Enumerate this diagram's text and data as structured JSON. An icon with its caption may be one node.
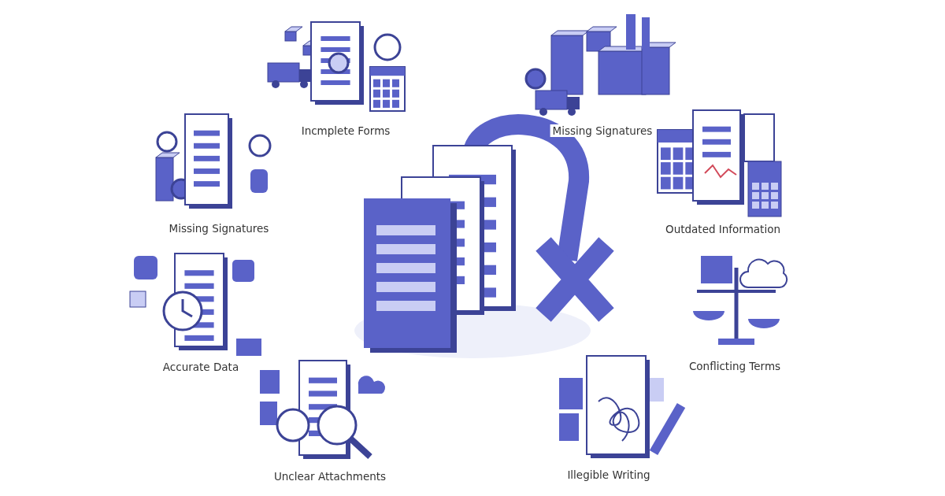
{
  "diagram": {
    "labels": [
      "Incmplete Forms",
      "Missing Signatures",
      "Missing Signatures",
      "Outdated Information",
      "Accurate Data",
      "Conflicting Terms",
      "Unclear Attachments",
      "Illegible Writing"
    ]
  }
}
